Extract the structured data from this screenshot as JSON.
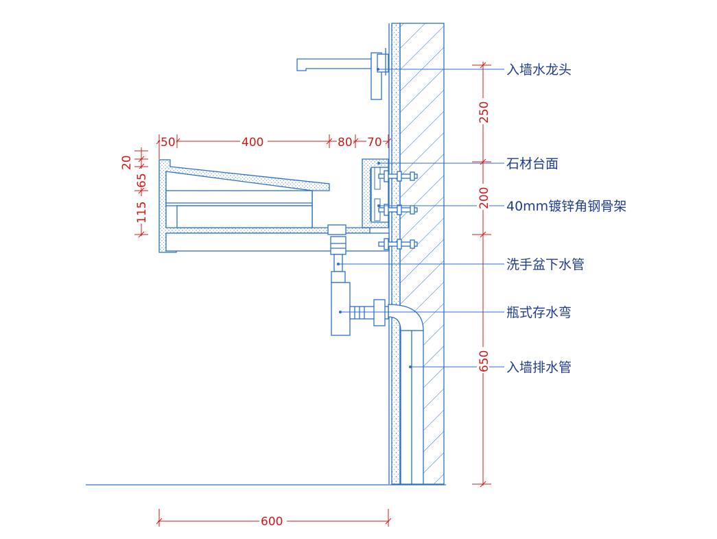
{
  "labels": {
    "faucet": "入墙水龙头",
    "countertop": "石材台面",
    "frame": "40mm镀锌角钢骨架",
    "drain_pipe": "洗手盆下水管",
    "trap": "瓶式存水弯",
    "wall_drain": "入墙排水管"
  },
  "dimensions": {
    "horizontal": {
      "d50": "50",
      "d400": "400",
      "d80": "80",
      "d70": "70",
      "d600": "600"
    },
    "vertical_left": {
      "d20": "20",
      "d65": "65",
      "d115": "115"
    },
    "vertical_right": {
      "d250": "250",
      "d200": "200",
      "d650": "650"
    }
  },
  "colors": {
    "object_line": "#2a6fcf",
    "dimension": "#d01818",
    "label_text": "#1f3d8c",
    "background": "#ffffff"
  }
}
